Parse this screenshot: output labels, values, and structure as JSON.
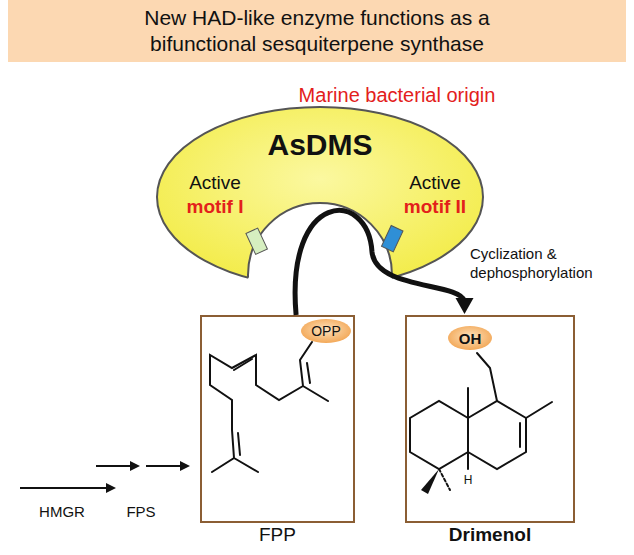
{
  "diagram": {
    "title": "New HAD-like enzyme functions as a bifunctional sesquiterpene synthase",
    "nodes": [
      {
        "text": [
          "AsDMS",
          "Active",
          "motif I",
          "Active",
          "motif II"
        ]
      },
      {
        "text": [
          "FPP"
        ]
      },
      {
        "text": [
          "Drimenol"
        ]
      }
    ],
    "edges": [
      {
        "from": 1,
        "to": 2,
        "arrow": "to",
        "label": "Cyclization & dephosphorylation"
      }
    ],
    "labels": [
      "Marine bacterial origin",
      "OPP",
      "H",
      "OH",
      "HMGR",
      "FPS"
    ]
  }
}
